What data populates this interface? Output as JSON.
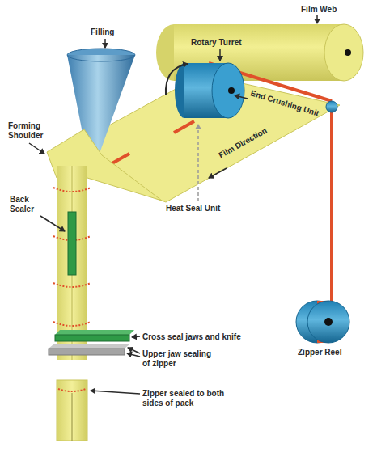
{
  "diagram": {
    "labels": [
      "Film Web",
      "Filling",
      "Rotary Turret",
      "End Crushing Unit",
      "Film Direction",
      "Forming Shoulder",
      "Heat Seal Unit",
      "Back Sealer",
      "Cross seal jaws and knife",
      "Upper jaw sealing of zipper",
      "Zipper Reel",
      "Zipper sealed to both sides of pack"
    ]
  }
}
